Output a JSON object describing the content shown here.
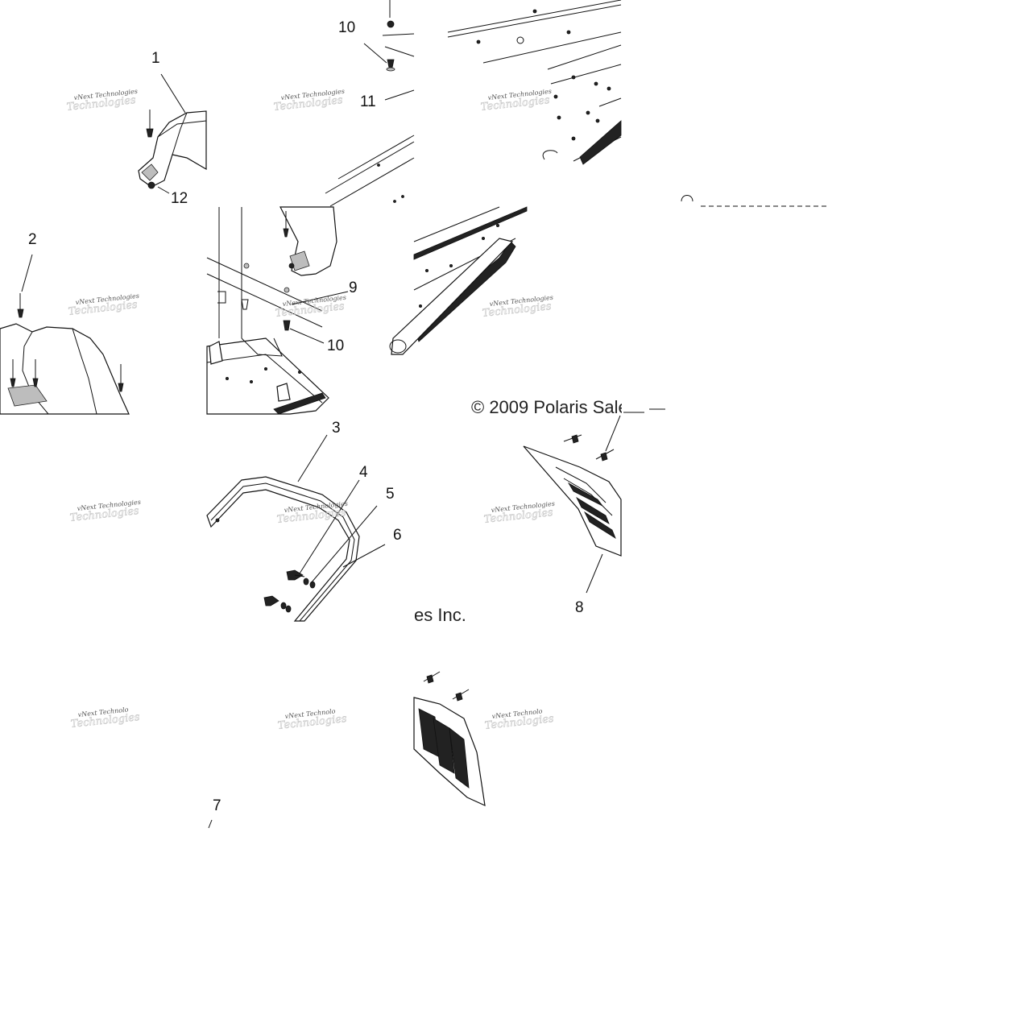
{
  "callouts": [
    {
      "id": "c1",
      "text": "1"
    },
    {
      "id": "c2",
      "text": "2"
    },
    {
      "id": "c3",
      "text": "3"
    },
    {
      "id": "c4",
      "text": "4"
    },
    {
      "id": "c5",
      "text": "5"
    },
    {
      "id": "c6",
      "text": "6"
    },
    {
      "id": "c7",
      "text": "7"
    },
    {
      "id": "c8",
      "text": "8"
    },
    {
      "id": "c9",
      "text": "9"
    },
    {
      "id": "c10a",
      "text": "10"
    },
    {
      "id": "c10b",
      "text": "10"
    },
    {
      "id": "c11",
      "text": "11"
    },
    {
      "id": "c12",
      "text": "12"
    }
  ],
  "watermark": {
    "line1": "vNext Technologies",
    "ghost": "Technologies",
    "partial": "vNext Technolo"
  },
  "copyright": {
    "main": "© 2009 Polaris Sale",
    "fragment_end": "es Inc."
  }
}
